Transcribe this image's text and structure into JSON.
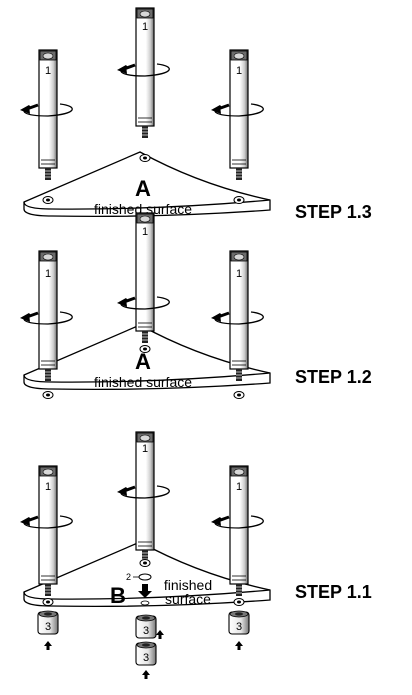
{
  "steps": [
    {
      "label": "STEP 1.3",
      "shelf_letter": "A",
      "shelf_text": "finished surface",
      "post_number": "1"
    },
    {
      "label": "STEP 1.2",
      "shelf_letter": "A",
      "shelf_text": "finished surface",
      "post_number": "1"
    },
    {
      "label": "STEP 1.1",
      "shelf_letter": "B",
      "shelf_text_line1": "finished",
      "shelf_text_line2": "surface",
      "post_number": "1",
      "screw_number": "2",
      "foot_number": "3"
    }
  ]
}
